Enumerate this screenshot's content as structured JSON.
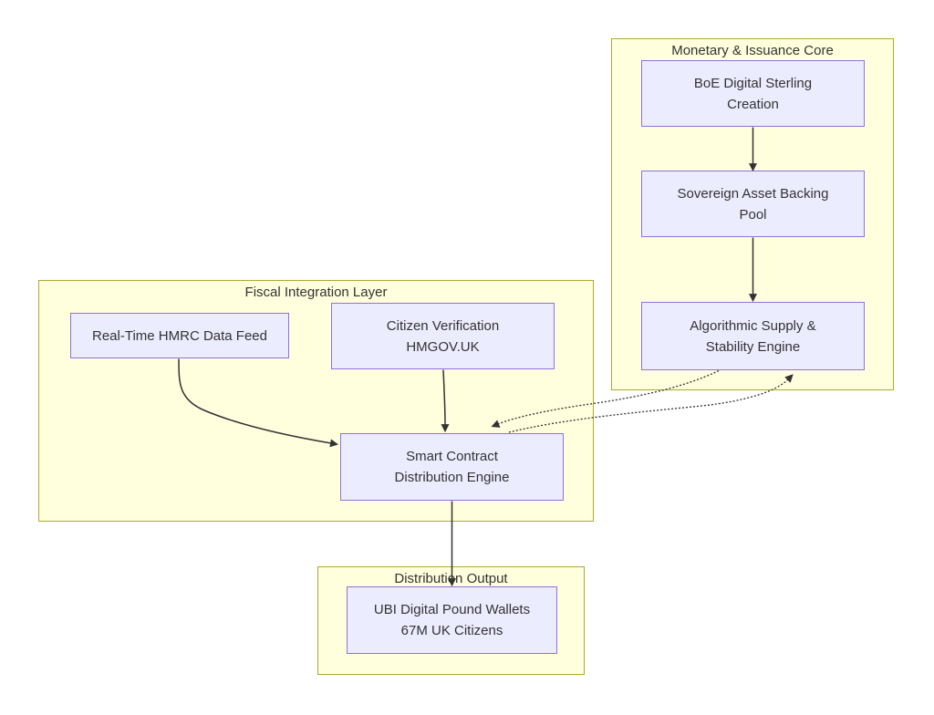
{
  "diagram": {
    "type": "flowchart",
    "clusters": [
      {
        "id": "monetary",
        "label": "Monetary & Issuance Core"
      },
      {
        "id": "fiscal",
        "label": "Fiscal Integration Layer"
      },
      {
        "id": "distribution",
        "label": "Distribution Output"
      }
    ],
    "nodes": [
      {
        "id": "boe",
        "cluster": "monetary",
        "lines": [
          "BoE Digital Sterling",
          "Creation"
        ]
      },
      {
        "id": "pool",
        "cluster": "monetary",
        "lines": [
          "Sovereign Asset Backing",
          "Pool"
        ]
      },
      {
        "id": "engine",
        "cluster": "monetary",
        "lines": [
          "Algorithmic Supply &",
          "Stability Engine"
        ]
      },
      {
        "id": "hmrc",
        "cluster": "fiscal",
        "lines": [
          "Real-Time HMRC Data Feed"
        ]
      },
      {
        "id": "verify",
        "cluster": "fiscal",
        "lines": [
          "Citizen Verification",
          "HMGOV.UK"
        ]
      },
      {
        "id": "smart",
        "cluster": "fiscal",
        "lines": [
          "Smart Contract",
          "Distribution Engine"
        ]
      },
      {
        "id": "wallets",
        "cluster": "distribution",
        "lines": [
          "UBI Digital Pound Wallets",
          "67M UK Citizens"
        ]
      }
    ],
    "edges": [
      {
        "from": "boe",
        "to": "pool",
        "style": "solid"
      },
      {
        "from": "pool",
        "to": "engine",
        "style": "solid"
      },
      {
        "from": "hmrc",
        "to": "smart",
        "style": "solid"
      },
      {
        "from": "verify",
        "to": "smart",
        "style": "solid"
      },
      {
        "from": "engine",
        "to": "smart",
        "style": "dotted"
      },
      {
        "from": "smart",
        "to": "engine",
        "style": "dotted"
      },
      {
        "from": "smart",
        "to": "wallets",
        "style": "solid"
      }
    ],
    "colors": {
      "node_fill": "#ECECFF",
      "node_border": "#9370DB",
      "cluster_fill": "#ffffde",
      "cluster_border": "#aaaa33",
      "text": "#333333",
      "edge": "#333333",
      "background": "#ffffff"
    }
  }
}
